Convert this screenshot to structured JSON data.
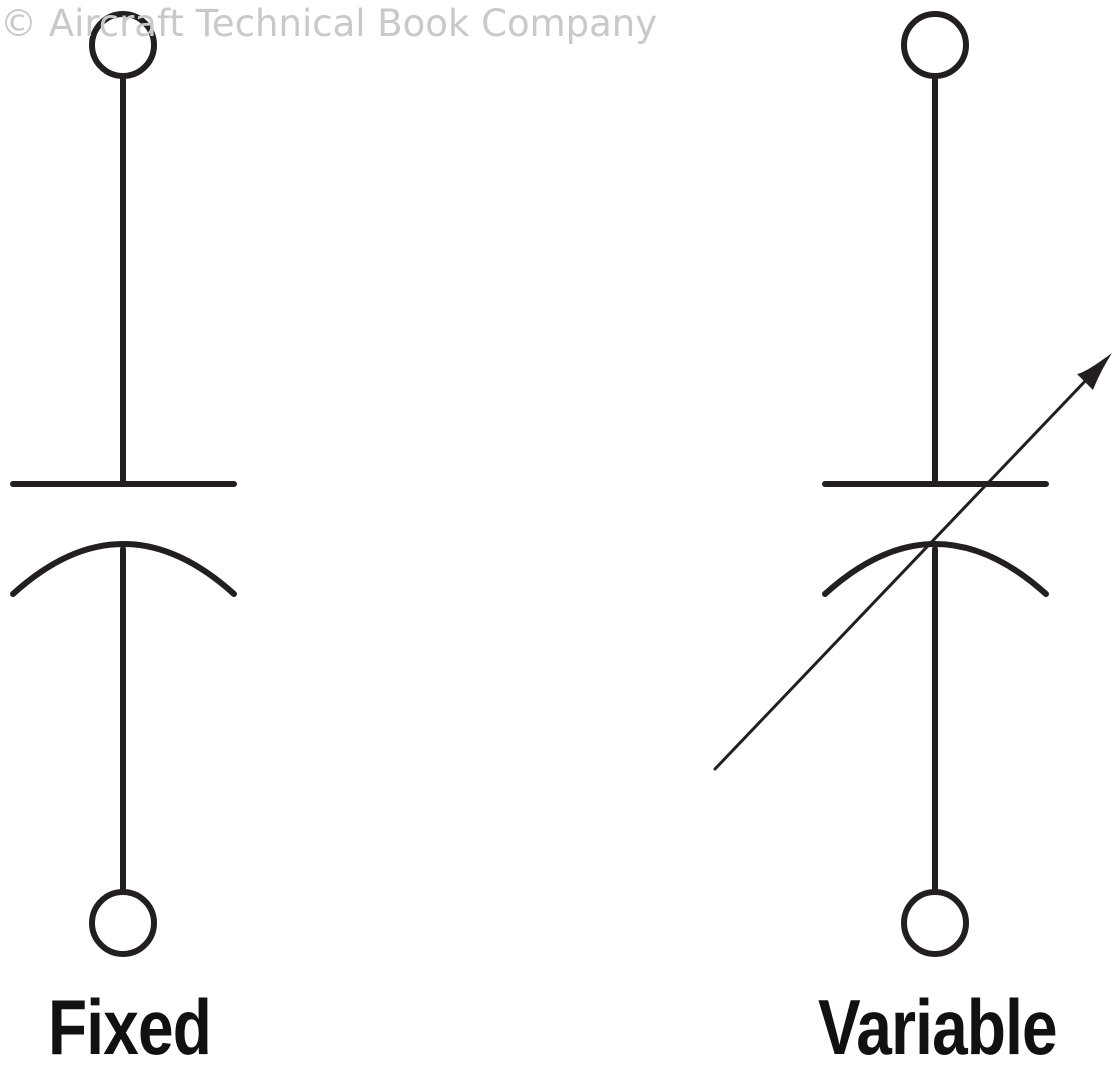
{
  "watermark": "© Aircraft Technical Book Company",
  "symbols": [
    {
      "label": "Fixed"
    },
    {
      "label": "Variable"
    }
  ],
  "colors": {
    "stroke": "#231f20",
    "watermark": "#c9c9c9"
  }
}
